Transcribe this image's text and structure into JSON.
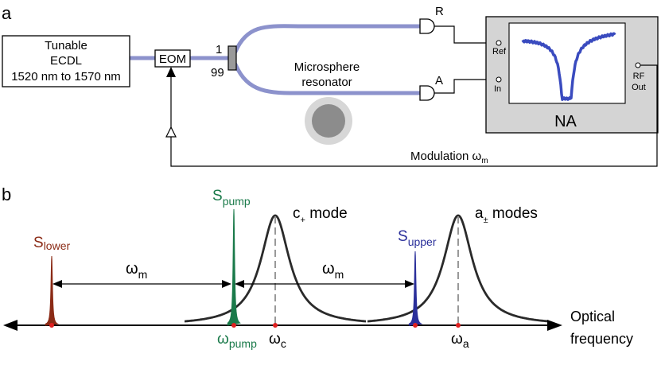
{
  "panel_a": {
    "label": "a",
    "laser": {
      "line1": "Tunable",
      "line2": "ECDL",
      "line3": "1520 nm to 1570 nm"
    },
    "modulator": "EOM",
    "coupler": {
      "port_top": "1",
      "port_bottom": "99"
    },
    "resonator": {
      "line1": "Microsphere",
      "line2": "resonator"
    },
    "detector_top": "R",
    "detector_bottom": "A",
    "analyzer": {
      "name": "NA",
      "port_ref": "Ref",
      "port_in": "In",
      "port_rf_line1": "RF",
      "port_rf_line2": "Out"
    },
    "modulation": {
      "text": "Modulation ω",
      "sub": "m"
    }
  },
  "panel_b": {
    "label": "b",
    "s_lower": {
      "main": "S",
      "sub": "lower"
    },
    "s_pump": {
      "main": "S",
      "sub": "pump"
    },
    "s_upper": {
      "main": "S",
      "sub": "upper"
    },
    "c_mode": {
      "main": "c",
      "sub": "+",
      "suffix": " mode"
    },
    "a_modes": {
      "main": "a",
      "sub": "±",
      "suffix": " modes"
    },
    "spacing_left": {
      "main": "ω",
      "sub": "m"
    },
    "spacing_right": {
      "main": "ω",
      "sub": "m"
    },
    "omega_pump": {
      "main": "ω",
      "sub": "pump"
    },
    "omega_c": {
      "main": "ω",
      "sub": "c"
    },
    "omega_a": {
      "main": "ω",
      "sub": "a"
    },
    "axis": {
      "line1": "Optical",
      "line2": "frequency"
    }
  },
  "colors": {
    "fiber": "#8c92cc",
    "s_lower": "#8b2b16",
    "s_pump": "#1a7a4a",
    "s_upper": "#2a2f9a",
    "trace": "#3a4bbf",
    "analyzer_bg": "#d4d4d4",
    "resonance": "#2a2a2a",
    "dash": "#999999",
    "dot": "#e02020"
  }
}
